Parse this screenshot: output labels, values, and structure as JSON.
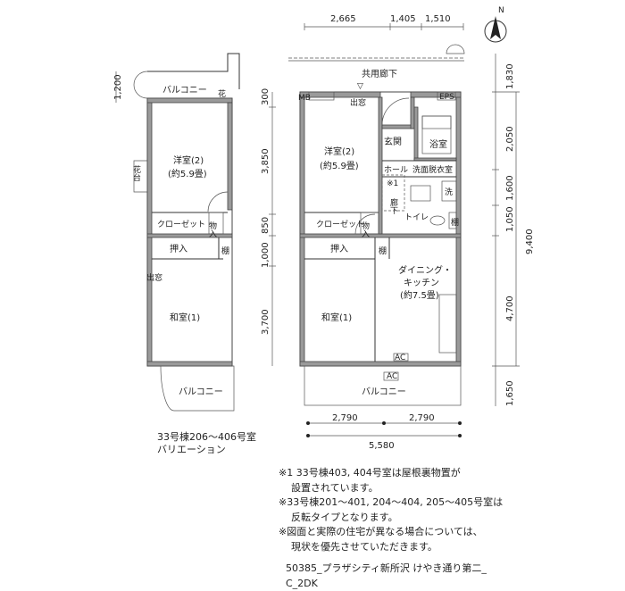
{
  "north_label": "N",
  "corridor": "共用廊下",
  "dims": {
    "top": [
      "2,665",
      "1,405",
      "1,510"
    ],
    "right": [
      "1,830",
      "2,050",
      "1,600",
      "1,050",
      "4,700",
      "1,650"
    ],
    "right_total": "9,400",
    "left_of_unit": [
      "300",
      "3,850",
      "850",
      "1,000",
      "3,700"
    ],
    "left_unit": "1,200",
    "bottom": [
      "2,790",
      "2,790"
    ],
    "bottom_total": "5,580"
  },
  "rooms": {
    "western_room": "洋室(2)",
    "western_size": "(約5.9畳)",
    "closet": "クローゼット",
    "storage": "物入",
    "oshiire": "押入",
    "tana": "棚",
    "japanese_room": "和室(1)",
    "entrance": "玄関",
    "bath": "浴室",
    "hall": "ホール",
    "washroom": "洗面脱衣室",
    "wash": "洗",
    "note_mark": "※1",
    "corridor_room": "廊下",
    "toilet": "トイレ",
    "dining": "ダイニング・",
    "kitchen": "キッチン",
    "dining_size": "(約7.5畳)",
    "balcony": "バルコニー",
    "demado": "出窓",
    "hanadai": "花台",
    "mb": "MB",
    "eps": "EPS",
    "ac": "AC"
  },
  "variation": {
    "line1": "33号棟206～406号室",
    "line2": "バリエーション"
  },
  "notes": [
    "※1 33号棟403, 404号室は屋根裏物置が",
    "設置されています。",
    "※33号棟201～401, 204～404, 205～405号室は",
    "反転タイプとなります。",
    "※図面と実際の住宅が異なる場合については、",
    "現状を優先させていただきます。"
  ],
  "caption": {
    "line1": "50385_プラザシティ新所沢 けやき通り第二_",
    "line2": "C_2DK"
  }
}
